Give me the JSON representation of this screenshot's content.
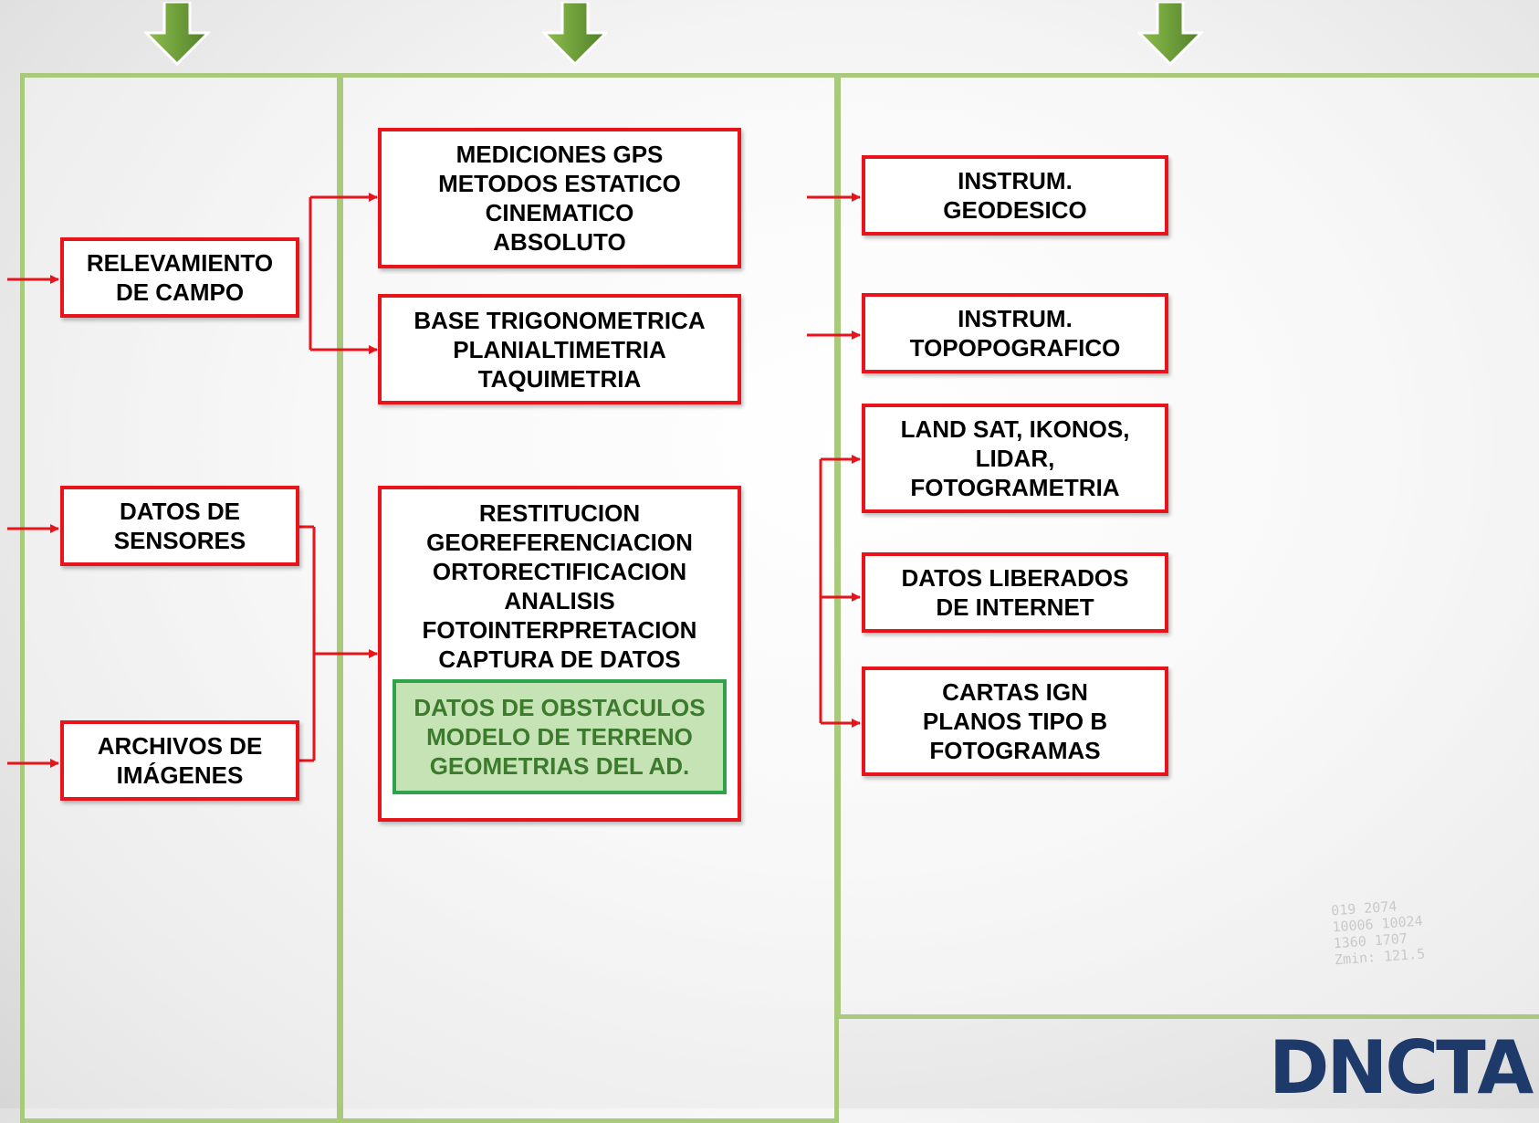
{
  "flow": {
    "left": {
      "relevamiento": [
        "RELEVAMIENTO",
        "DE CAMPO"
      ],
      "sensores": [
        "DATOS DE",
        "SENSORES"
      ],
      "archivos": [
        "ARCHIVOS DE",
        "IMÁGENES"
      ]
    },
    "middle": {
      "gps": [
        "MEDICIONES GPS",
        "METODOS ESTATICO",
        "CINEMATICO",
        "ABSOLUTO"
      ],
      "base": [
        "BASE TRIGONOMETRICA",
        "PLANIALTIMETRIA",
        "TAQUIMETRIA"
      ],
      "restitucion": [
        "RESTITUCION",
        "GEOREFERENCIACION",
        "ORTORECTIFICACION",
        "ANALISIS",
        "FOTOINTERPRETACION",
        "CAPTURA DE DATOS"
      ],
      "output": [
        "DATOS DE OBSTACULOS",
        "MODELO DE TERRENO",
        "GEOMETRIAS DEL AD."
      ]
    },
    "right": {
      "geodesico": [
        "INSTRUM.",
        "GEODESICO"
      ],
      "topografico": [
        "INSTRUM.",
        "TOPOPOGRAFICO"
      ],
      "landsat": [
        "LAND SAT, IKONOS,",
        "LIDAR,",
        "FOTOGRAMETRIA"
      ],
      "internet": [
        "DATOS LIBERADOS",
        "DE INTERNET"
      ],
      "cartas": [
        "CARTAS IGN",
        "PLANOS TIPO B",
        "FOTOGRAMAS"
      ]
    }
  },
  "logo": "DNCTA",
  "background_text": [
    "019 2074",
    "10006 10024",
    "1360 1707",
    "Zmin: 121.5"
  ],
  "colors": {
    "box_border": "#e8141b",
    "column_border": "#a9c97d",
    "output_fill": "#c5e3b5",
    "output_border": "#2fa34b",
    "output_text": "#3c7a2d",
    "arrow_down": "#6f9b3a",
    "logo": "#1d3a6b"
  }
}
